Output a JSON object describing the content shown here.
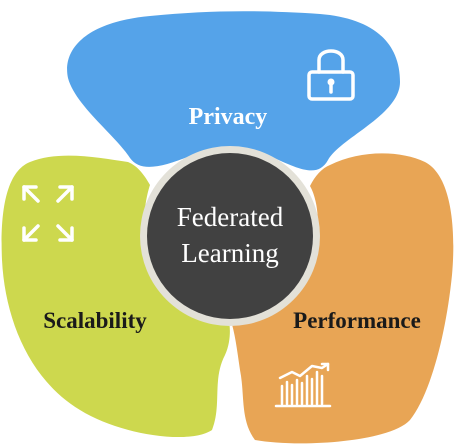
{
  "diagram": {
    "center": {
      "line1": "Federated",
      "line2": "Learning"
    },
    "segments": [
      {
        "label": "Privacy",
        "icon": "lock-icon",
        "color": "#55A3E9"
      },
      {
        "label": "Scalability",
        "icon": "expand-arrows-icon",
        "color": "#CDD84E"
      },
      {
        "label": "Performance",
        "icon": "growth-chart-icon",
        "color": "#E8A555"
      }
    ],
    "center_fill": "#414141",
    "center_ring": "#E3E1D8"
  }
}
